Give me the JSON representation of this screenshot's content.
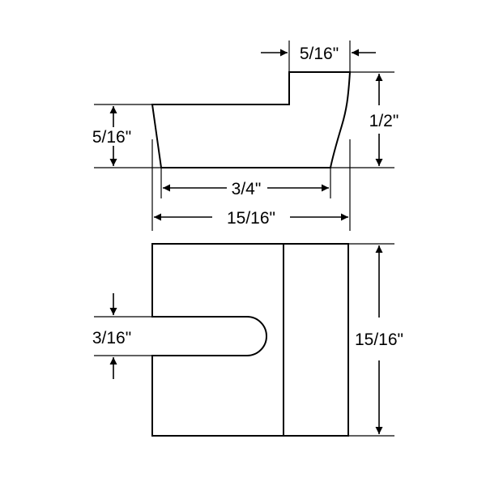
{
  "dimensions": {
    "top_width_small": "5/16\"",
    "left_height": "5/16\"",
    "right_height": "1/2\"",
    "bottom_span": "3/4\"",
    "overall_width": "15/16\"",
    "slot_width": "3/16\"",
    "overall_height": "15/16\""
  }
}
